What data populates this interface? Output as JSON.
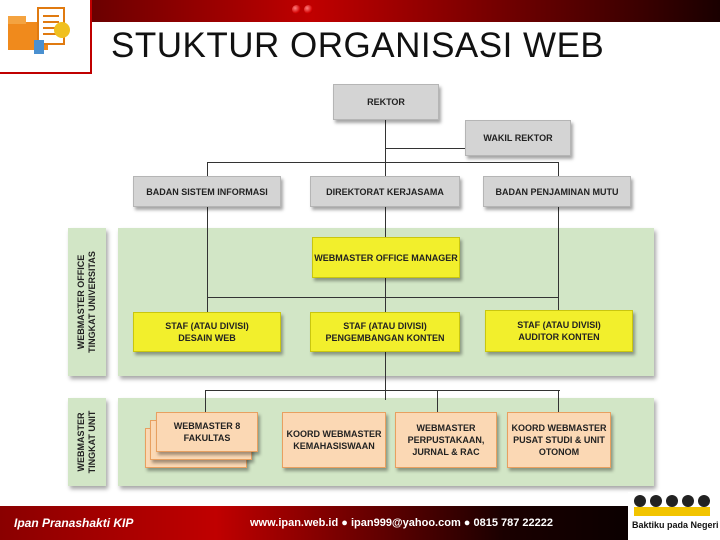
{
  "slide": {
    "title": "STUKTUR ORGANISASI WEB"
  },
  "colors": {
    "panel": "#d2e6c6",
    "yellow": "#f2ef2c",
    "orange": "#fbd8b4",
    "gray": "#d4d4d4",
    "accent": "#c00000"
  },
  "nodes": {
    "rektor": "REKTOR",
    "wakil_rektor": "WAKIL REKTOR",
    "badan_sistem_informasi": "BADAN SISTEM INFORMASI",
    "direktorat_kerjasama": "DIREKTORAT KERJASAMA",
    "badan_penjaminan_mutu": "BADAN PENJAMINAN MUTU",
    "webmaster_office_manager": "WEBMASTER OFFICE MANAGER",
    "staf_desain_web": "STAF (ATAU DIVISI)\nDESAIN WEB",
    "staf_pengembangan_konten": "STAF (ATAU DIVISI)\nPENGEMBANGAN KONTEN",
    "staf_auditor_konten": "STAF (ATAU DIVISI)\nAUDITOR KONTEN",
    "webmaster_fakultas": "WEBMASTER 8\nFAKULTAS",
    "koord_kemahasiswaan": "KOORD WEBMASTER\nKEMAHASISWAAN",
    "webmaster_perpustakaan": "WEBMASTER\nPERPUSTAKAAN,\nJURNAL & RAC",
    "koord_pusat_studi": "KOORD WEBMASTER\nPUSAT STUDI & UNIT\nOTONOM"
  },
  "side_labels": {
    "universitas": "WEBMASTER OFFICE\nTINGKAT UNIVERSITAS",
    "unit": "WEBMASTER\nTINGKAT UNIT"
  },
  "footer": {
    "name": "Ipan Pranashakti KIP",
    "contact": "www.ipan.web.id  ●  ipan999@yahoo.com  ●  0815 787 22222",
    "tagline": "Baktiku pada Negeri"
  }
}
